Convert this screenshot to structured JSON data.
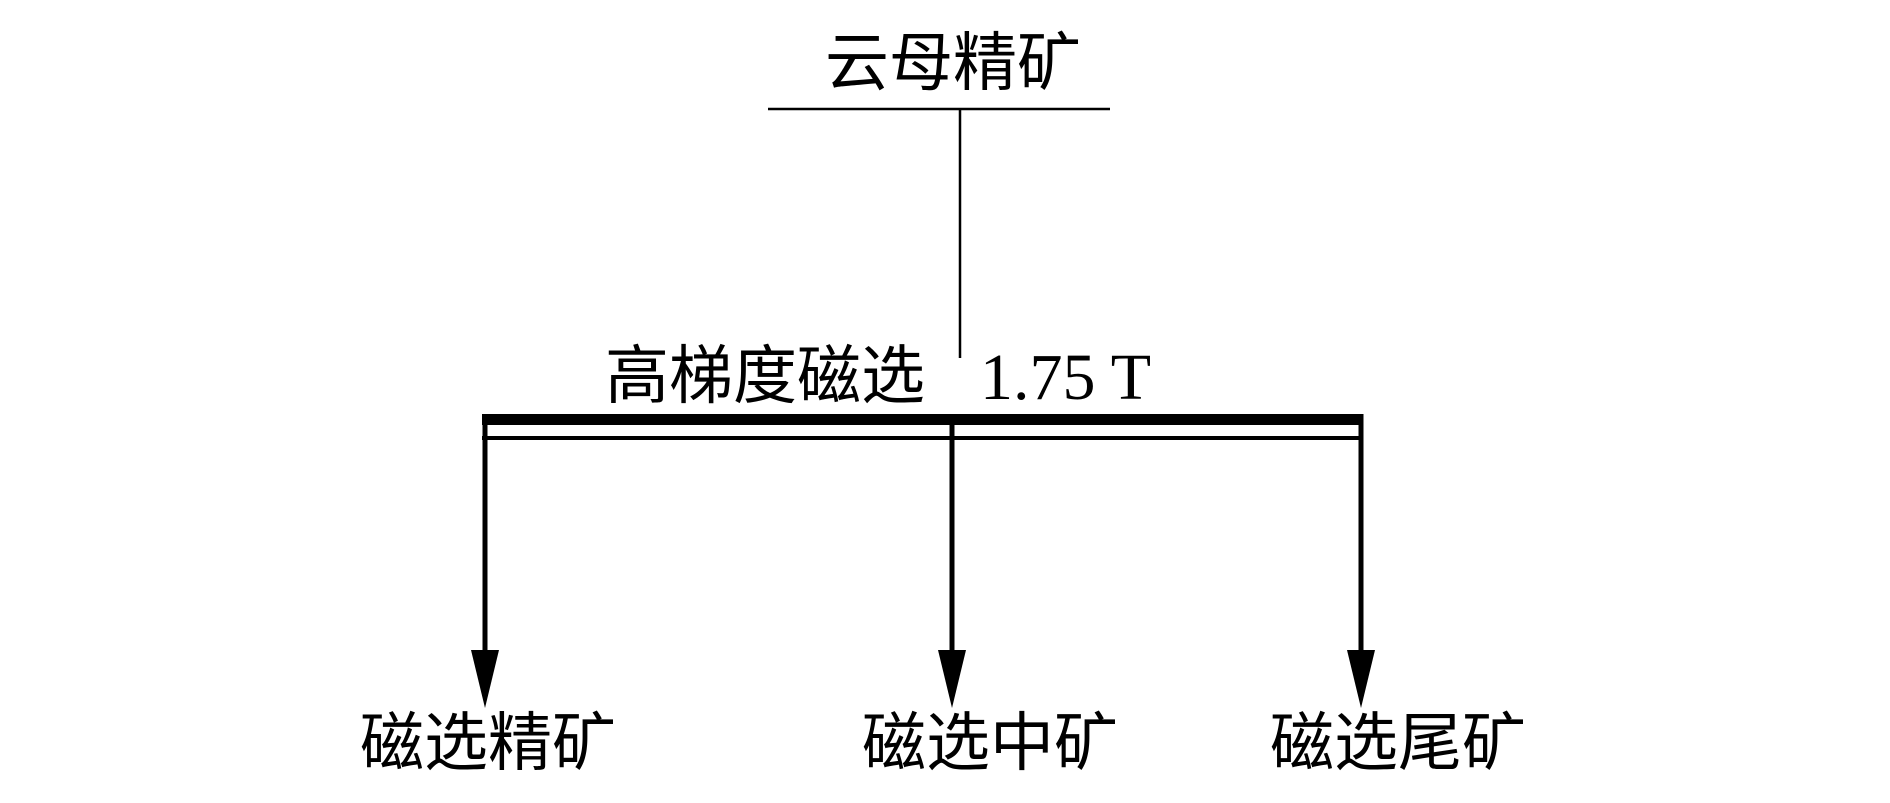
{
  "feed": {
    "label": "云母精矿"
  },
  "process": {
    "name": "高梯度磁选",
    "parameter": "1.75 T"
  },
  "products": [
    {
      "label": "磁选精矿"
    },
    {
      "label": "磁选中矿"
    },
    {
      "label": "磁选尾矿"
    }
  ],
  "colors": {
    "line": "#000000",
    "background": "#ffffff"
  }
}
